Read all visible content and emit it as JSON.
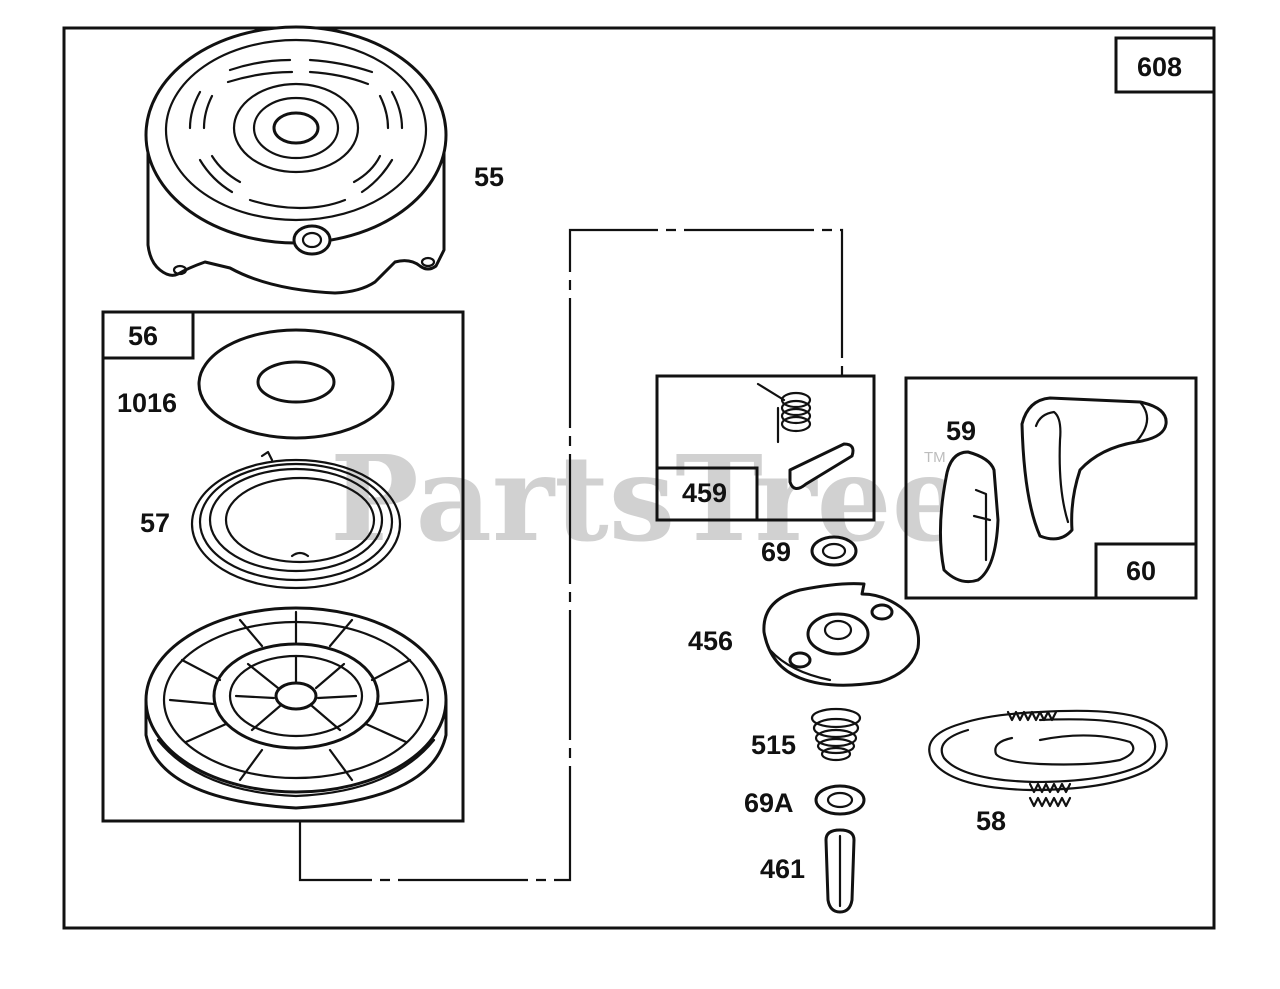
{
  "watermark": {
    "text": "PartsTree",
    "trademark": "TM"
  },
  "assembly": {
    "number": "608"
  },
  "groups": {
    "pulley_assembly": "56",
    "pawl_kit": "459",
    "handle_assembly": "60"
  },
  "parts": {
    "housing": "55",
    "washer": "1016",
    "spring": "57",
    "handle": "59",
    "washer_69": "69",
    "cam": "456",
    "spring_515": "515",
    "washer_69a": "69A",
    "pin": "461",
    "rope": "58"
  }
}
